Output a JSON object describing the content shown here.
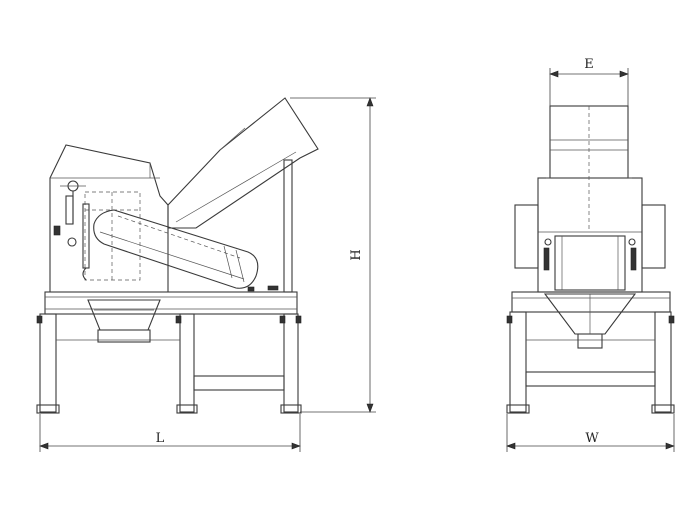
{
  "labels": {
    "length": "L",
    "height": "H",
    "width": "W",
    "hopper_width": "E"
  },
  "colors": {
    "line": "#3a3a3a",
    "background": "#ffffff"
  }
}
